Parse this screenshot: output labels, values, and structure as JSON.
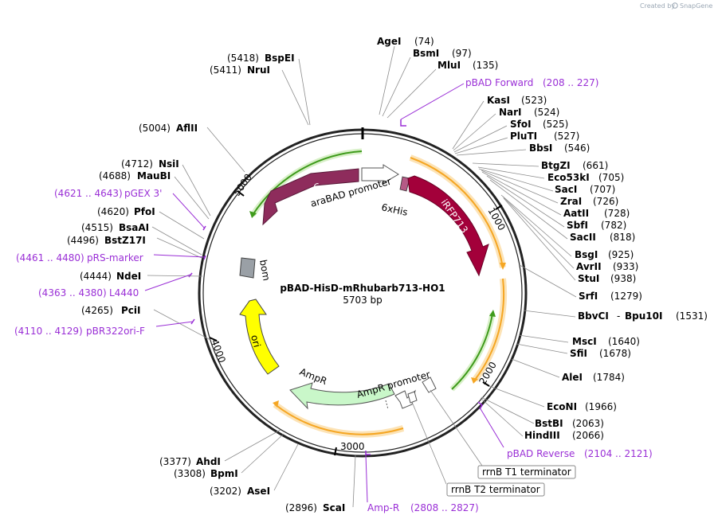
{
  "brand": {
    "created_by": "Created by",
    "app": "SnapGene"
  },
  "plasmid": {
    "name": "pBAD-HisD-mRhubarb713-HO1",
    "length": "5703 bp"
  },
  "ticks": [
    "1000",
    "2000",
    "3000",
    "4000",
    "5000"
  ],
  "sites": [
    {
      "name": "AgeI",
      "pos": "(74)"
    },
    {
      "name": "BsmI",
      "pos": "(97)"
    },
    {
      "name": "MluI",
      "pos": "(135)"
    },
    {
      "name": "KasI",
      "pos": "(523)"
    },
    {
      "name": "NarI",
      "pos": "(524)"
    },
    {
      "name": "SfoI",
      "pos": "(525)"
    },
    {
      "name": "PluTI",
      "pos": "(527)"
    },
    {
      "name": "BbsI",
      "pos": "(546)"
    },
    {
      "name": "BtgZI",
      "pos": "(661)"
    },
    {
      "name": "Eco53kI",
      "pos": "(705)"
    },
    {
      "name": "SacI",
      "pos": "(707)"
    },
    {
      "name": "ZraI",
      "pos": "(726)"
    },
    {
      "name": "AatII",
      "pos": "(728)"
    },
    {
      "name": "SbfI",
      "pos": "(782)"
    },
    {
      "name": "SacII",
      "pos": "(818)"
    },
    {
      "name": "BsgI",
      "pos": "(925)"
    },
    {
      "name": "AvrII",
      "pos": "(933)"
    },
    {
      "name": "StuI",
      "pos": "(938)"
    },
    {
      "name": "SrfI",
      "pos": "(1279)"
    },
    {
      "name": "BbvCI",
      "pos": ""
    },
    {
      "name": "Bpu10I",
      "pos": "(1531)"
    },
    {
      "name": "MscI",
      "pos": "(1640)"
    },
    {
      "name": "SfiI",
      "pos": "(1678)"
    },
    {
      "name": "AleI",
      "pos": "(1784)"
    },
    {
      "name": "EcoNI",
      "pos": "(1966)"
    },
    {
      "name": "BstBI",
      "pos": "(2063)"
    },
    {
      "name": "HindIII",
      "pos": "(2066)"
    },
    {
      "name": "ScaI",
      "pos": "(2896)"
    },
    {
      "name": "AseI",
      "pos": "(3202)"
    },
    {
      "name": "BpmI",
      "pos": "(3308)"
    },
    {
      "name": "AhdI",
      "pos": "(3377)"
    },
    {
      "name": "PciI",
      "pos": "(4265)"
    },
    {
      "name": "NdeI",
      "pos": "(4444)"
    },
    {
      "name": "BstZ17I",
      "pos": "(4496)"
    },
    {
      "name": "BsaAI",
      "pos": "(4515)"
    },
    {
      "name": "PfoI",
      "pos": "(4620)"
    },
    {
      "name": "MauBI",
      "pos": "(4688)"
    },
    {
      "name": "NsiI",
      "pos": "(4712)"
    },
    {
      "name": "AflII",
      "pos": "(5004)"
    },
    {
      "name": "NruI",
      "pos": "(5411)"
    },
    {
      "name": "BspEI",
      "pos": "(5418)"
    }
  ],
  "bbvci_dash": "-",
  "primers": [
    {
      "name": "pBAD Forward",
      "range": "(208 .. 227)"
    },
    {
      "name": "pBAD Reverse",
      "range": "(2104 .. 2121)"
    },
    {
      "name": "Amp-R",
      "range": "(2808 .. 2827)"
    },
    {
      "name": "pBR322ori-F",
      "range": "(4110 .. 4129)"
    },
    {
      "name": "L4440",
      "range": "(4363 .. 4380)"
    },
    {
      "name": "pRS-marker",
      "range": "(4461 .. 4480)"
    },
    {
      "name": "pGEX 3'",
      "range": "(4621 .. 4643)"
    }
  ],
  "features": {
    "araC": "araC",
    "araBAD_promoter": "araBAD promoter",
    "his6": "6xHis",
    "irfp713": "iRFP713",
    "bom": "bom",
    "ori": "ori",
    "AmpR": "AmpR",
    "AmpR_promoter": "AmpR promoter",
    "rrnB_T1": "rrnB T1 terminator",
    "rrnB_T2": "rrnB T2 terminator"
  },
  "colors": {
    "araC": "#8e2c5c",
    "irfp713": "#a3003a",
    "ori": "#ffff00",
    "AmpR": "#c9f7c9",
    "orange_track": "#f5a623",
    "green_track": "#3f9b1c",
    "primer": "#9a2fd6"
  }
}
